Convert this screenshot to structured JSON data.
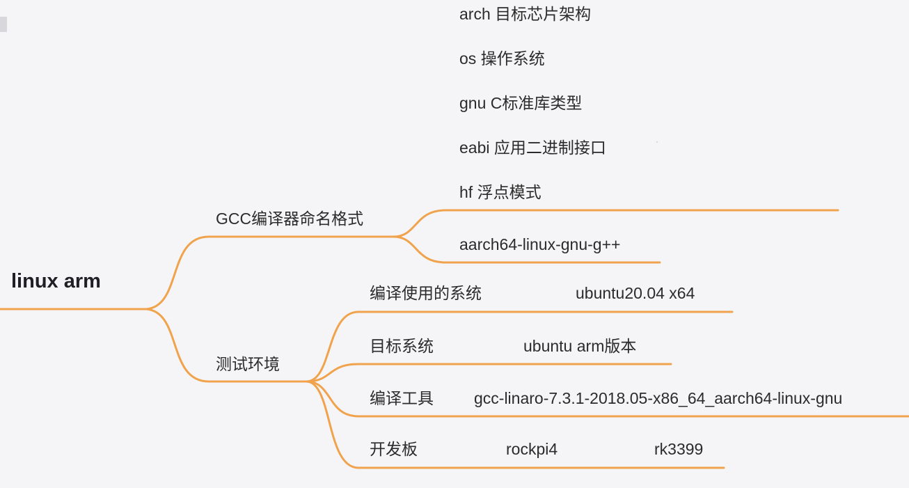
{
  "root": {
    "label": "linux arm"
  },
  "gcc_naming": {
    "label": "GCC编译器命名格式",
    "parts": [
      {
        "key": "arch",
        "desc": "目标芯片架构"
      },
      {
        "key": "os",
        "desc": "操作系统"
      },
      {
        "key": "gnu",
        "desc": "C标准库类型"
      },
      {
        "key": "eabi",
        "desc": "应用二进制接口"
      },
      {
        "key": "hf",
        "desc": "浮点模式"
      }
    ],
    "example": "aarch64-linux-gnu-g++"
  },
  "test_env": {
    "label": "测试环境",
    "items": [
      {
        "label": "编译使用的系统",
        "value": "ubuntu20.04 x64"
      },
      {
        "label": "目标系统",
        "value": "ubuntu arm版本"
      },
      {
        "label": "编译工具",
        "value": "gcc-linaro-7.3.1-2018.05-x86_64_aarch64-linux-gnu"
      },
      {
        "label": "开发板",
        "value": "rockpi4",
        "value2": "rk3399"
      }
    ]
  },
  "colors": {
    "branch": "#f0a34c",
    "background": "#f5f5f7",
    "text": "#2b2b2b"
  }
}
